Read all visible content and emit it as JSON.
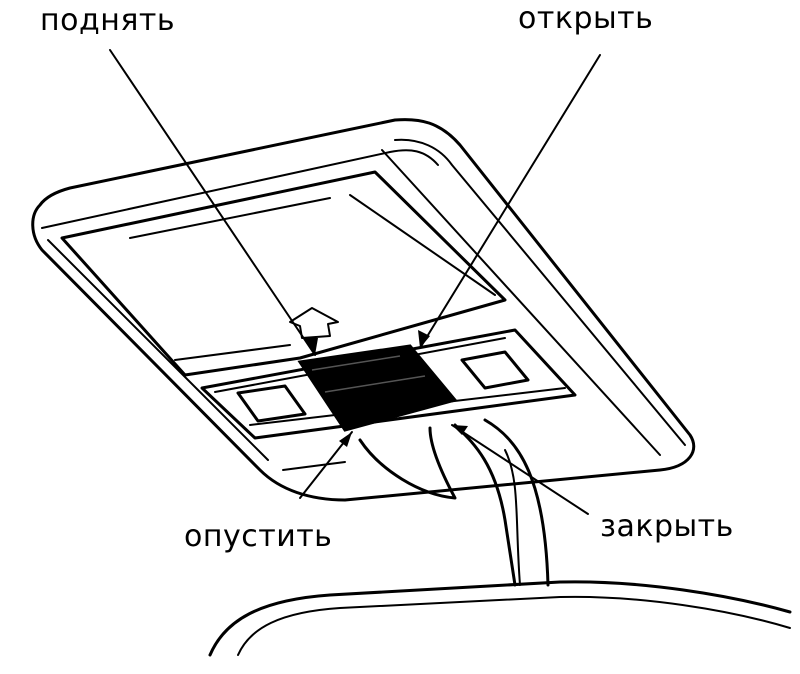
{
  "labels": {
    "raise": "поднять",
    "open": "открыть",
    "lower": "опустить",
    "close": "закрыть"
  },
  "colors": {
    "ink": "#000000",
    "paper": "#ffffff"
  }
}
